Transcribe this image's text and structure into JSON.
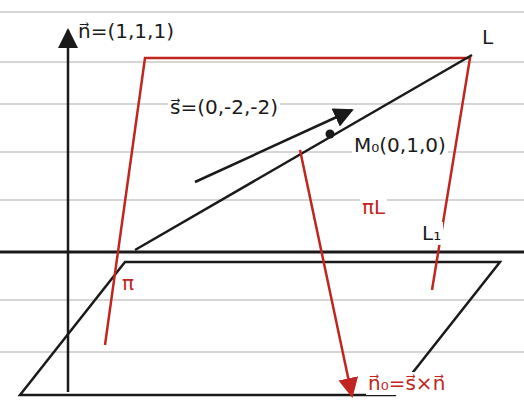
{
  "diagram": {
    "labels": [
      "n⃗=(1,1,1)",
      "s⃗=(0,-2,-2)",
      "M₀(0,1,0)",
      "L",
      "π",
      "πL",
      "L₁",
      "n⃗₀=s⃗×n⃗"
    ]
  }
}
